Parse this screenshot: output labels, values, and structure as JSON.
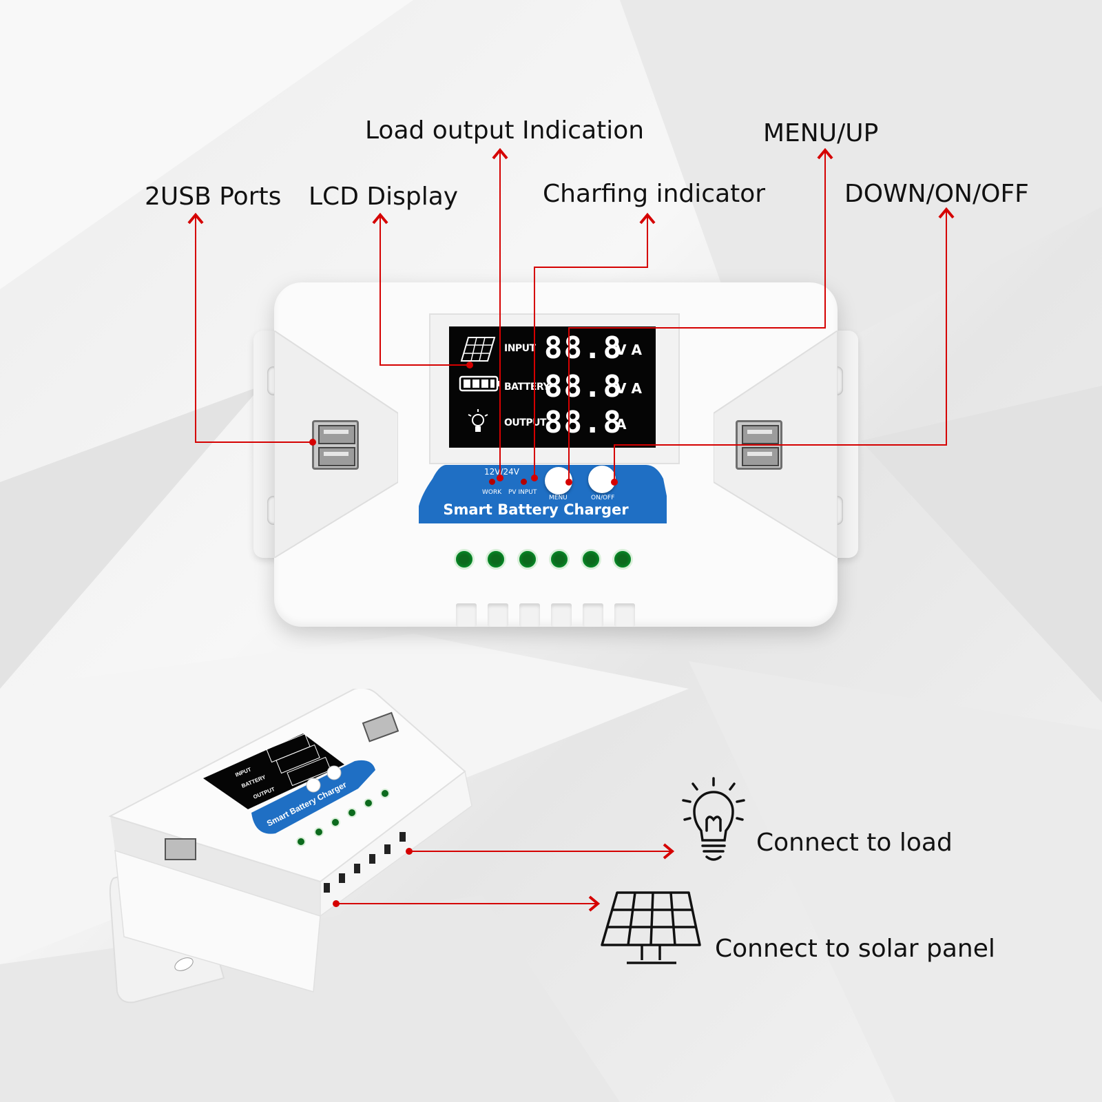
{
  "labels": {
    "usb_ports": "2USB Ports",
    "lcd_display": "LCD Display",
    "load_output": "Load output Indication",
    "charging_indicator": "Charfing indicator",
    "menu_up": "MENU/UP",
    "down_on_off": "DOWN/ON/OFF",
    "connect_load": "Connect to load",
    "connect_solar": "Connect to solar panel"
  },
  "device": {
    "lcd": {
      "rows": [
        {
          "name": "INPUT",
          "value": "88.8",
          "unit": "V A"
        },
        {
          "name": "BATTERY",
          "value": "88.8",
          "unit": "V A"
        },
        {
          "name": "OUTPUT",
          "value": "88.8",
          "unit": "A"
        }
      ]
    },
    "voltage_label": "12V/24V",
    "led_work": "WORK",
    "led_pv": "PV INPUT",
    "btn_menu": "MENU",
    "btn_onoff": "ON/OFF",
    "brand": "Smart Battery Charger"
  },
  "device2": {
    "lcd_rows": [
      "INPUT",
      "BATTERY",
      "OUTPUT"
    ],
    "brand": "Smart Battery Charger"
  },
  "colors": {
    "callout": "#d50000",
    "brand_blue": "#1f6fc4",
    "terminal_green": "#0c6a1d"
  },
  "icons": [
    "lightbulb-icon",
    "solar-panel-icon",
    "usb-port-icon",
    "battery-icon"
  ]
}
